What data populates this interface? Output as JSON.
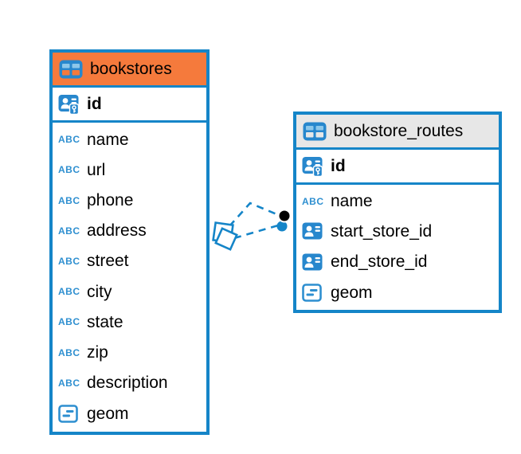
{
  "colors": {
    "accent_blue": "#1585C8",
    "icon_blue": "#2787CD",
    "icon_blue_light": "#8CC7EA",
    "abc_blue": "#2E8FD0",
    "header_orange": "#F57A3C",
    "header_gray": "#E7E7E7",
    "text": "#000000",
    "background": "#FFFFFF"
  },
  "icons": {
    "abc_text": "ABC"
  },
  "tables": [
    {
      "name": "bookstores",
      "primary_key": "id",
      "columns": [
        {
          "label": "name"
        },
        {
          "label": "url"
        },
        {
          "label": "phone"
        },
        {
          "label": "address"
        },
        {
          "label": "street"
        },
        {
          "label": "city"
        },
        {
          "label": "state"
        },
        {
          "label": "zip"
        },
        {
          "label": "description"
        },
        {
          "label": "geom"
        }
      ]
    },
    {
      "name": "bookstore_routes",
      "primary_key": "id",
      "columns": [
        {
          "label": "name"
        },
        {
          "label": "start_store_id"
        },
        {
          "label": "end_store_id"
        },
        {
          "label": "geom"
        }
      ]
    }
  ]
}
